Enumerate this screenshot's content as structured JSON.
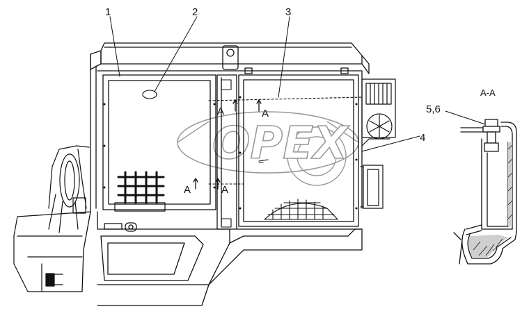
{
  "callouts": [
    "1",
    "2",
    "3",
    "4",
    "5,6"
  ],
  "section_label": "A-A",
  "section_marks": [
    "A",
    "A",
    "A",
    "A"
  ],
  "watermark": "OPEX",
  "colors": {
    "line": "#111111",
    "shade": "#cfcfcf",
    "watermark_outline": "#9a9a9a"
  }
}
